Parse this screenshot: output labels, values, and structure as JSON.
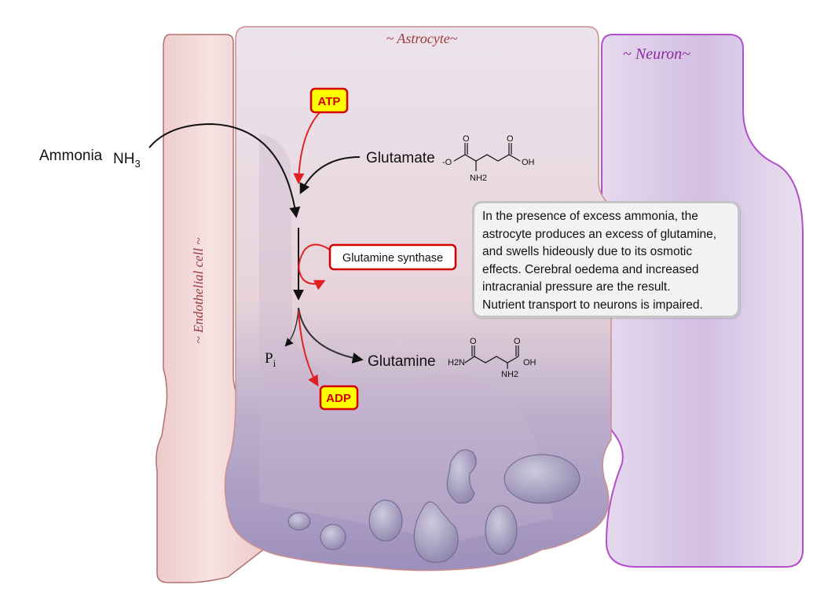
{
  "cells": {
    "astrocyte": "~ Astrocyte~",
    "neuron": "~ Neuron~",
    "endothelial": "~ Endothelial cell ~"
  },
  "molecules": {
    "ammonia_name": "Ammonia",
    "ammonia_formula_base": "NH",
    "ammonia_formula_sub": "3",
    "glutamate": "Glutamate",
    "glutamine": "Glutamine",
    "phosphate_base": "P",
    "phosphate_sub": "i"
  },
  "tags": {
    "atp": "ATP",
    "adp": "ADP",
    "enzyme": "Glutamine synthase"
  },
  "structures": {
    "glutamate": {
      "o_minus": "-O",
      "o_left": "O",
      "o_right": "O",
      "oh": "OH",
      "nh2": "NH2"
    },
    "glutamine": {
      "h2n": "H2N",
      "o_left": "O",
      "o_right": "O",
      "oh": "OH",
      "nh2": "NH2"
    }
  },
  "info": {
    "lines": [
      "In the presence of excess ammonia, the",
      "astrocyte produces an excess of glutamine,",
      "and swells hideously due to its osmotic",
      "effects. Cerebral oedema and increased",
      "intracranial pressure are the result.",
      "Nutrient transport to neurons is impaired."
    ]
  },
  "colors": {
    "astrocyte_top": "#ece4ec",
    "astrocyte_bottom": "#a99cc3",
    "neuron_fill": "#d8c6e4",
    "neuron_stroke": "#b14fc9",
    "endothelial_fill": "#f2d6d6",
    "endothelial_stroke": "#b07070",
    "tag_fill": "#ffff00",
    "tag_stroke": "#d40000",
    "arrow_red": "#e02020"
  }
}
